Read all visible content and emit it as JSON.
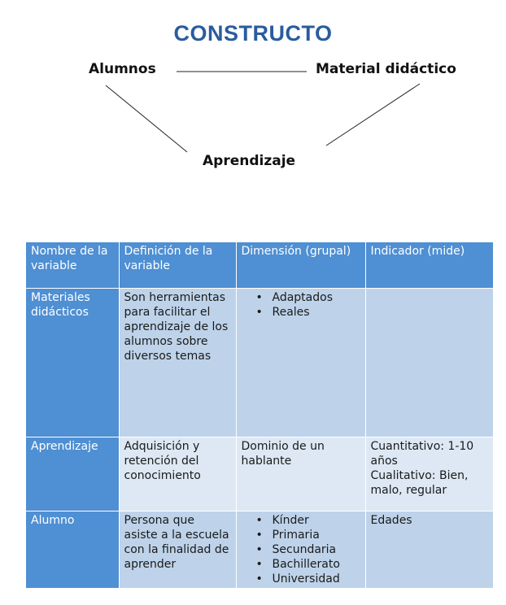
{
  "diagram": {
    "title": "CONSTRUCTO",
    "nodes": {
      "alumnos": "Alumnos",
      "material": "Material didáctico",
      "aprendizaje": "Aprendizaje"
    }
  },
  "table": {
    "headers": [
      "Nombre de la variable",
      "Definición de la variable",
      "Dimensión (grupal)",
      "Indicador (mide)"
    ],
    "rows": [
      {
        "nombre": "Materiales didácticos",
        "definicion": "Son herramientas para facilitar el aprendizaje de los alumnos sobre diversos temas",
        "dimension": [
          "Adaptados",
          "Reales"
        ],
        "indicador": ""
      },
      {
        "nombre": "Aprendizaje",
        "definicion": "Adquisición y retención del conocimiento",
        "dimension": "Dominio de un hablante",
        "indicador": [
          "Cuantitativo: 1-10 años",
          "Cualitativo: Bien, malo, regular"
        ]
      },
      {
        "nombre": "Alumno",
        "definicion": "Persona que asiste a la escuela con la finalidad de aprender",
        "dimension": [
          "Kínder",
          "Primaria",
          "Secundaria",
          "Bachillerato",
          "Universidad"
        ],
        "indicador": "Edades"
      }
    ]
  }
}
